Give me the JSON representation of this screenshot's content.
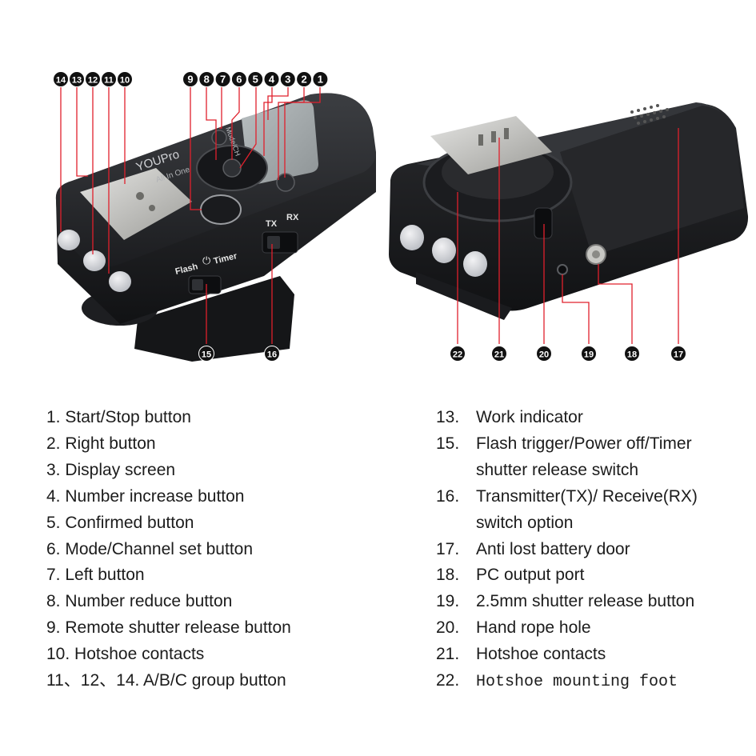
{
  "device": {
    "brand": "YOUPro",
    "tagline": "All In One",
    "mode_label": "Mode/CH",
    "switch_flash": "Flash",
    "switch_timer": "Timer",
    "switch_tx": "TX",
    "switch_rx": "RX"
  },
  "callouts_top_left": [
    "14",
    "13",
    "12",
    "11",
    "10"
  ],
  "callouts_top_mid": [
    "9",
    "8",
    "7",
    "6",
    "5",
    "4",
    "3",
    "2",
    "1"
  ],
  "callouts_bottom_left": [
    "15",
    "16"
  ],
  "callouts_bottom_right": [
    "22",
    "21",
    "20",
    "19",
    "18",
    "17"
  ],
  "legend_left": [
    {
      "num": "1.",
      "text": "Start/Stop button"
    },
    {
      "num": "2.",
      "text": "Right button"
    },
    {
      "num": "3.",
      "text": "Display screen"
    },
    {
      "num": "4.",
      "text": "Number increase button"
    },
    {
      "num": "5.",
      "text": "Confirmed button"
    },
    {
      "num": "6.",
      "text": "Mode/Channel set button"
    },
    {
      "num": "7.",
      "text": "Left button"
    },
    {
      "num": "8.",
      "text": "Number reduce button"
    },
    {
      "num": "9.",
      "text": "Remote shutter release button"
    },
    {
      "num": "10.",
      "text": "Hotshoe contacts"
    },
    {
      "num": "11、12、14.",
      "text": "A/B/C group button"
    }
  ],
  "legend_right": [
    {
      "num": "13.",
      "text": "Work indicator"
    },
    {
      "num": "15.",
      "text": "Flash trigger/Power off/Timer"
    },
    {
      "num": "",
      "text": "shutter release switch"
    },
    {
      "num": "16.",
      "text": "Transmitter(TX)/ Receive(RX)"
    },
    {
      "num": "",
      "text": "switch option"
    },
    {
      "num": "17.",
      "text": "Anti lost battery door"
    },
    {
      "num": "18.",
      "text": "PC output port"
    },
    {
      "num": "19.",
      "text": "2.5mm shutter release button"
    },
    {
      "num": "20.",
      "text": "Hand rope hole"
    },
    {
      "num": "21.",
      "text": "Hotshoe contacts"
    },
    {
      "num": "22.",
      "text": "Hotshoe mounting foot"
    }
  ]
}
